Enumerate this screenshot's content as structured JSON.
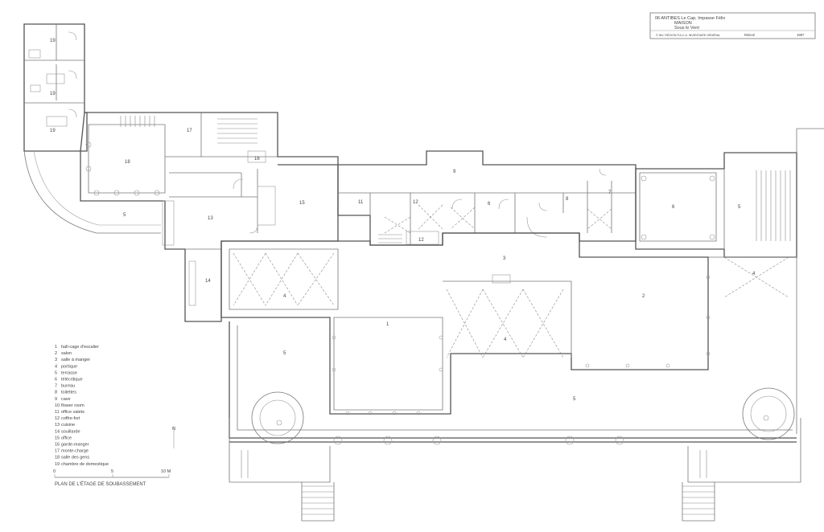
{
  "title_block": {
    "line1": "06 ANTIBES Le Cap, Impasse Félix",
    "line2": "MAISON",
    "line3": "Sous le Vent",
    "footer_left": "© INV. RÉGION P.A.C.A. INVENTAIRE GÉNÉRAL",
    "footer_sig": "Relevé",
    "footer_year": "1997"
  },
  "legend": [
    {
      "num": "1",
      "label": "hall-cage d'escalier"
    },
    {
      "num": "2",
      "label": "salon"
    },
    {
      "num": "3",
      "label": "salle à manger"
    },
    {
      "num": "4",
      "label": "portique"
    },
    {
      "num": "5",
      "label": "terrasse"
    },
    {
      "num": "6",
      "label": "télécritique"
    },
    {
      "num": "7",
      "label": "bureau"
    },
    {
      "num": "8",
      "label": "toilettes"
    },
    {
      "num": "9",
      "label": "cave"
    },
    {
      "num": "10",
      "label": "flower room"
    },
    {
      "num": "11",
      "label": "office valets"
    },
    {
      "num": "12",
      "label": "coffre-fort"
    },
    {
      "num": "13",
      "label": "cuisine"
    },
    {
      "num": "14",
      "label": "souillarde"
    },
    {
      "num": "15",
      "label": "office"
    },
    {
      "num": "16",
      "label": "garde-manger"
    },
    {
      "num": "17",
      "label": "monte-charge"
    },
    {
      "num": "18",
      "label": "salle des gens"
    },
    {
      "num": "19",
      "label": "chambre de domestique"
    }
  ],
  "scale": {
    "t0": "0",
    "t5": "5",
    "t10": "10 M"
  },
  "north": "N",
  "plan_caption": "PLAN DE L'ÉTAGE DE SOUBASSEMENT",
  "rooms": {
    "r19a": "19",
    "r19b": "19",
    "r19c": "19",
    "r18": "18",
    "r17": "17",
    "r16": "16",
    "r15": "15",
    "r14": "14",
    "r13": "13",
    "r12a": "12",
    "r12b": "12",
    "r11": "11",
    "r9": "9",
    "r8": "8",
    "r7": "7",
    "r6a": "6",
    "r6b": "6",
    "r5a": "5",
    "r5b": "5",
    "r5c": "5",
    "r5d": "5",
    "r4a": "4",
    "r4b": "4",
    "r4c": "4",
    "r3": "3",
    "r2": "2",
    "r1": "1"
  }
}
